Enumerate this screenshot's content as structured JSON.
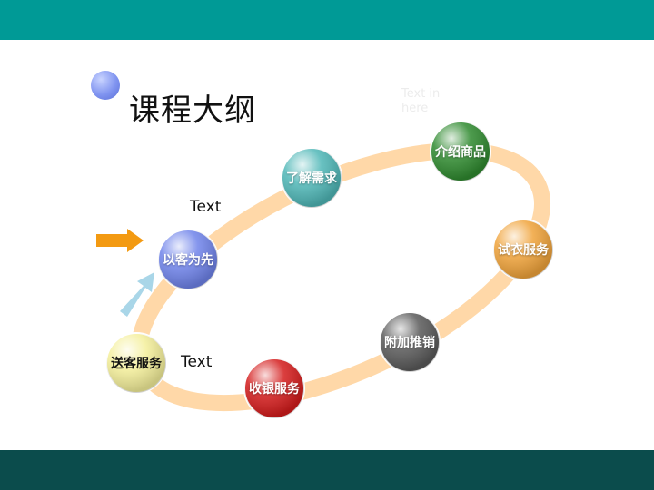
{
  "slide": {
    "title": "课程大纲",
    "placeholder_text": "Text in here",
    "text_label_1": "Text",
    "text_label_2": "Text"
  },
  "steps": [
    {
      "label": "以客为先",
      "color": "#6f83ea",
      "text_color": "#ffffff"
    },
    {
      "label": "了解需求",
      "color": "#4fb7b7",
      "text_color": "#ffffff"
    },
    {
      "label": "介绍商品",
      "color": "#2f8a2f",
      "text_color": "#ffffff"
    },
    {
      "label": "试衣服务",
      "color": "#f0a33a",
      "text_color": "#ffffff"
    },
    {
      "label": "附加推销",
      "color": "#5a5a5a",
      "text_color": "#ffffff"
    },
    {
      "label": "收银服务",
      "color": "#d41c1c",
      "text_color": "#ffffff"
    },
    {
      "label": "送客服务",
      "color": "#f4ef9a",
      "text_color": "#111111"
    }
  ],
  "colors": {
    "top_bar": "#009a96",
    "bottom_bar": "#0b4c4c",
    "loop": "#ffd8a8",
    "arrow": "#f39a12",
    "up_arrow": "#a9d6e8"
  }
}
